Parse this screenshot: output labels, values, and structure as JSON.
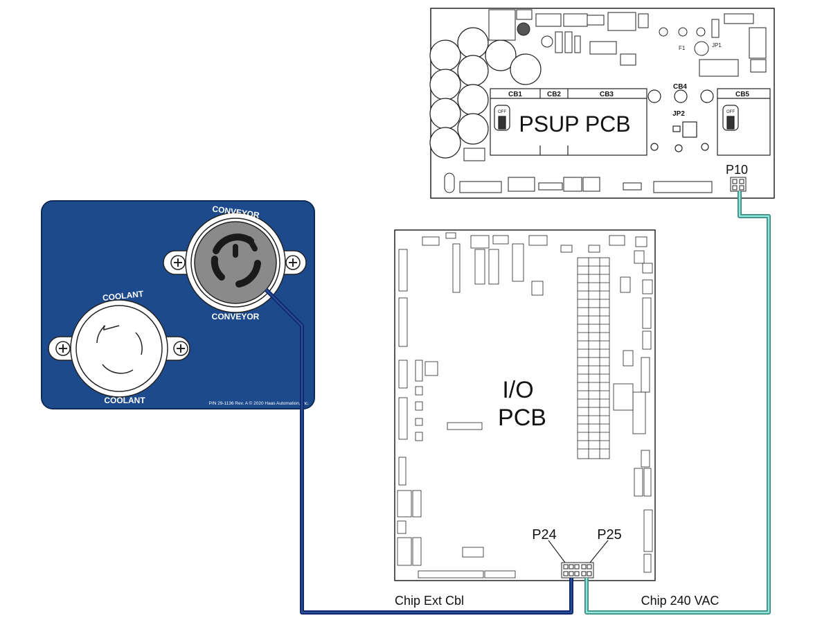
{
  "psup": {
    "title": "PSUP PCB",
    "breakers": [
      "CB1",
      "CB2",
      "CB3",
      "CB4",
      "CB5"
    ],
    "jumpers": [
      "JP1",
      "JP2"
    ],
    "fuse": "F1",
    "switch_label": "OFF",
    "connector": "P10"
  },
  "io": {
    "title_line1": "I/O",
    "title_line2": "PCB",
    "connector_left": "P24",
    "connector_right": "P25"
  },
  "panel": {
    "conveyor_top": "CONVEYOR",
    "conveyor_bottom": "CONVEYOR",
    "coolant_top": "COOLANT",
    "coolant_bottom": "COOLANT",
    "part_number": "P/N 29-1136 Rev. A  © 2020 Haas Automation, Inc."
  },
  "cables": {
    "ext": "Chip  Ext Cbl",
    "vac": "Chip  240 VAC"
  },
  "colors": {
    "panel_blue": "#1c4a8c",
    "ext_cable": "#102a6b",
    "vac_cable": "#5fc9bd",
    "line": "#222222"
  }
}
